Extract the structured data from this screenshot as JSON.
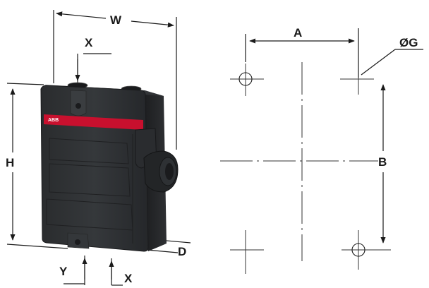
{
  "device": {
    "brand_text": "ABB",
    "colors": {
      "enclosure": "#2c2e30",
      "enclosure_dark": "#1c1d1f",
      "enclosure_light": "#3c3f42",
      "stripe": "#c8102e"
    }
  },
  "dimensions": {
    "width": "W",
    "height": "H",
    "depth": "D",
    "entry_offset_top": "X",
    "entry_offset_bottom": "X",
    "entry_offset_y": "Y"
  },
  "mounting": {
    "hole_spacing_horizontal": "A",
    "hole_spacing_vertical": "B",
    "hole_diameter": "ØG"
  }
}
